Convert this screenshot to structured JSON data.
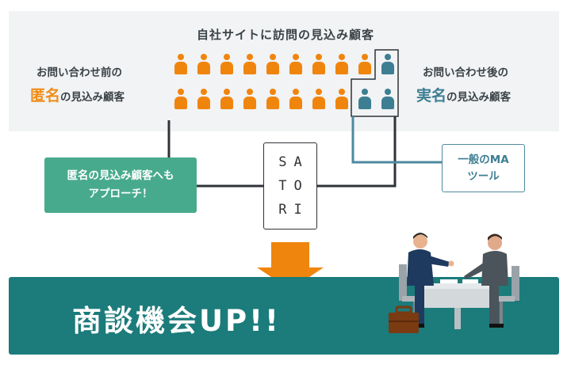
{
  "header": {
    "title": "自社サイトに訪問の見込み顧客"
  },
  "left_label": {
    "line1": "お問い合わせ前の",
    "highlight": "匿名",
    "rest": "の見込み顧客"
  },
  "right_label": {
    "line1": "お問い合わせ後の",
    "highlight": "実名",
    "rest": "の見込み顧客"
  },
  "anonymous_box": {
    "line1": "匿名の見込み顧客へも",
    "line2": "アプローチ！"
  },
  "satori_box": {
    "row1": "SA",
    "row2": "TO",
    "row3": "RI"
  },
  "ma_box": {
    "line1": "一般のMA",
    "line2": "ツール"
  },
  "banner": {
    "text": "商談機会UP!!"
  },
  "colors": {
    "anonymous": "#f0850e",
    "named": "#3d7e93",
    "green": "#48aa8c",
    "banner": "#1c7b7b",
    "arrow": "#f0850e"
  },
  "icons": [
    "person-icon-anonymous",
    "person-icon-named",
    "down-arrow",
    "business-meeting-illustration",
    "briefcase-icon"
  ]
}
